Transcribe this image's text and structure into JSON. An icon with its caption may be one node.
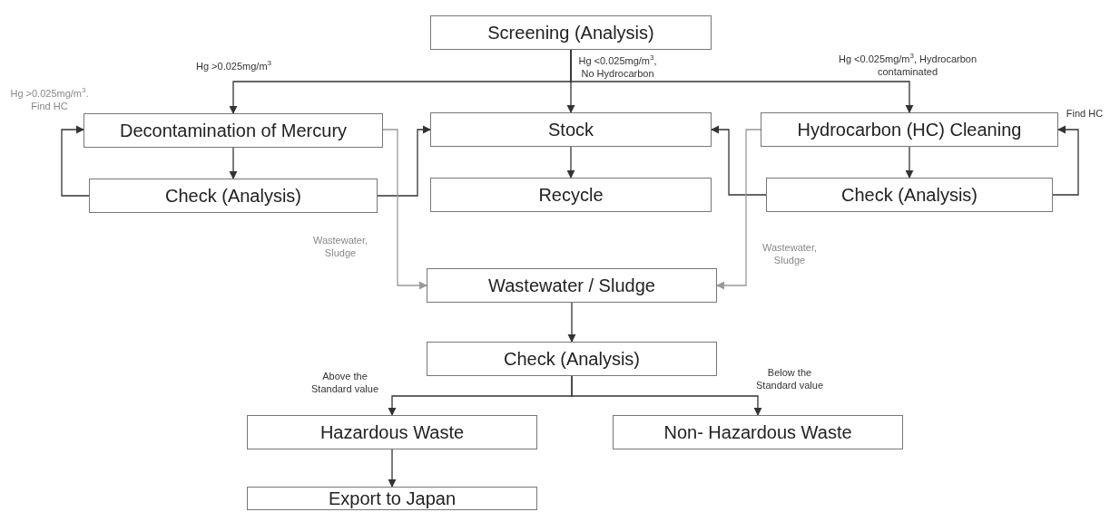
{
  "diagram": {
    "nodes": [
      {
        "text": [
          "Screening (Analysis)"
        ]
      },
      {
        "text": [
          "Decontamination of Mercury"
        ]
      },
      {
        "text": [
          "Stock"
        ]
      },
      {
        "text": [
          "Hydrocarbon (HC) Cleaning"
        ]
      },
      {
        "text": [
          "Check (Analysis)"
        ]
      },
      {
        "text": [
          "Recycle"
        ]
      },
      {
        "text": [
          "Check (Analysis)"
        ]
      },
      {
        "text": [
          "Wastewater / Sludge"
        ]
      },
      {
        "text": [
          "Check (Analysis)"
        ]
      },
      {
        "text": [
          "Hazardous Waste"
        ]
      },
      {
        "text": [
          "Non- Hazardous Waste"
        ]
      },
      {
        "text": [
          "Export to Japan"
        ]
      }
    ],
    "edges": [
      {
        "from": 0,
        "to": 2,
        "arrow": "to",
        "label": "Hg <0.025mg/m$^{3}$, No Hydrocarbon"
      },
      {
        "from": 0,
        "to": 1,
        "arrow": "to",
        "label": "Hg >0.025mg/m$^{3}$"
      },
      {
        "from": 0,
        "to": 3,
        "arrow": "to",
        "label": "Hg <0.025mg/m$^{3}$, Hydrocarbon contaminated"
      },
      {
        "from": 1,
        "to": 4,
        "arrow": "to"
      },
      {
        "from": 4,
        "to": 1,
        "arrow": "to",
        "label": "Hg >0.025mg/m$^{3}$. Find HC"
      },
      {
        "from": 4,
        "to": 2,
        "arrow": "to"
      },
      {
        "from": 2,
        "to": 5,
        "arrow": "to"
      },
      {
        "from": 3,
        "to": 6,
        "arrow": "to"
      },
      {
        "from": 6,
        "to": 3,
        "arrow": "to",
        "label": "Find HC"
      },
      {
        "from": 6,
        "to": 2,
        "arrow": "to"
      },
      {
        "from": 1,
        "to": 7,
        "arrow": "to",
        "label": "Wastewater, Sludge",
        "color": "#999999"
      },
      {
        "from": 3,
        "to": 7,
        "arrow": "to",
        "label": "Wastewater, Sludge",
        "color": "#999999"
      },
      {
        "from": 7,
        "to": 8,
        "arrow": "to"
      },
      {
        "from": 8,
        "to": 9,
        "arrow": "to",
        "label": "Above the Standard value"
      },
      {
        "from": 8,
        "to": 10,
        "arrow": "to",
        "label": "Below the Standard value"
      },
      {
        "from": 9,
        "to": 11,
        "arrow": "to"
      }
    ]
  }
}
